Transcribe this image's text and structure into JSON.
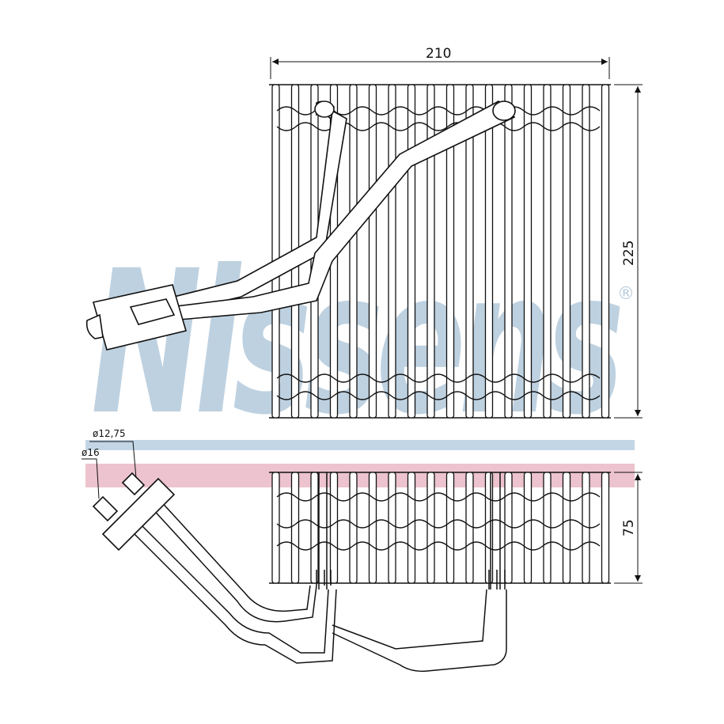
{
  "dimensions": {
    "width_label": "210",
    "height_label": "225",
    "depth_label": "75",
    "pipe_small_label": "ø12,75",
    "pipe_large_label": "ø16"
  },
  "watermark": {
    "brand": "Nissens",
    "registered_mark": "®"
  },
  "colors": {
    "watermark_blue": "#b8cddd",
    "band_blue": "#c3d6e6",
    "band_pink": "#ecc3ce",
    "line": "#111111"
  }
}
